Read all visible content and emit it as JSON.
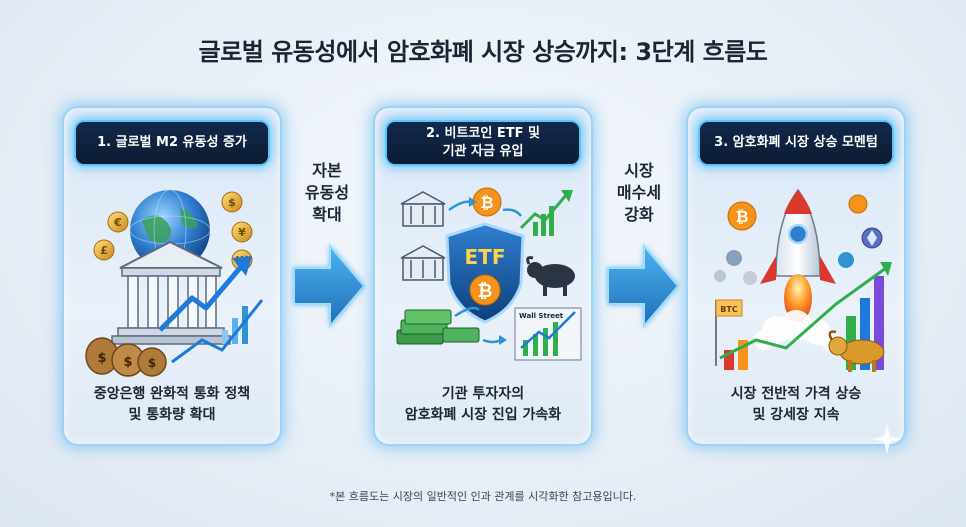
{
  "title": "글로벌 유동성에서 암호화폐 시장 상승까지: 3단계 흐름도",
  "steps": [
    {
      "badge": "1. 글로벌 M2 유동성 증가",
      "caption_line1": "중앙은행 완화적 통화 정책",
      "caption_line2": "및 통화량 확대",
      "coins": [
        "€",
        "¥",
        "£",
        "₩",
        "$"
      ]
    },
    {
      "badge_line1": "2. 비트코인 ETF 및",
      "badge_line2": "기관 자금 유입",
      "caption_line1": "기관 투자자의",
      "caption_line2": "암호화폐 시장 진입 가속화",
      "etf_label": "ETF",
      "wall_street_label": "Wall Street"
    },
    {
      "badge": "3. 암호화폐 시장 상승 모멘텀",
      "caption_line1": "시장 전반적 가격 상승",
      "caption_line2": "및 강세장 지속",
      "btc_label": "BTC"
    }
  ],
  "connectors": [
    {
      "line1": "자본",
      "line2": "유동성",
      "line3": "확대"
    },
    {
      "line1": "시장",
      "line2": "매수세",
      "line3": "강화"
    }
  ],
  "footnote": "*본 흐름도는 시장의 일반적인 인과 관계를 시각화한 참고용입니다.",
  "colors": {
    "badge_bg": "#0b1b33",
    "glow": "#56c8ff",
    "arrow": "#2f93d6",
    "bitcoin": "#f7931a",
    "chart_green": "#2fae4a",
    "chart_blue": "#1e7ad8"
  }
}
